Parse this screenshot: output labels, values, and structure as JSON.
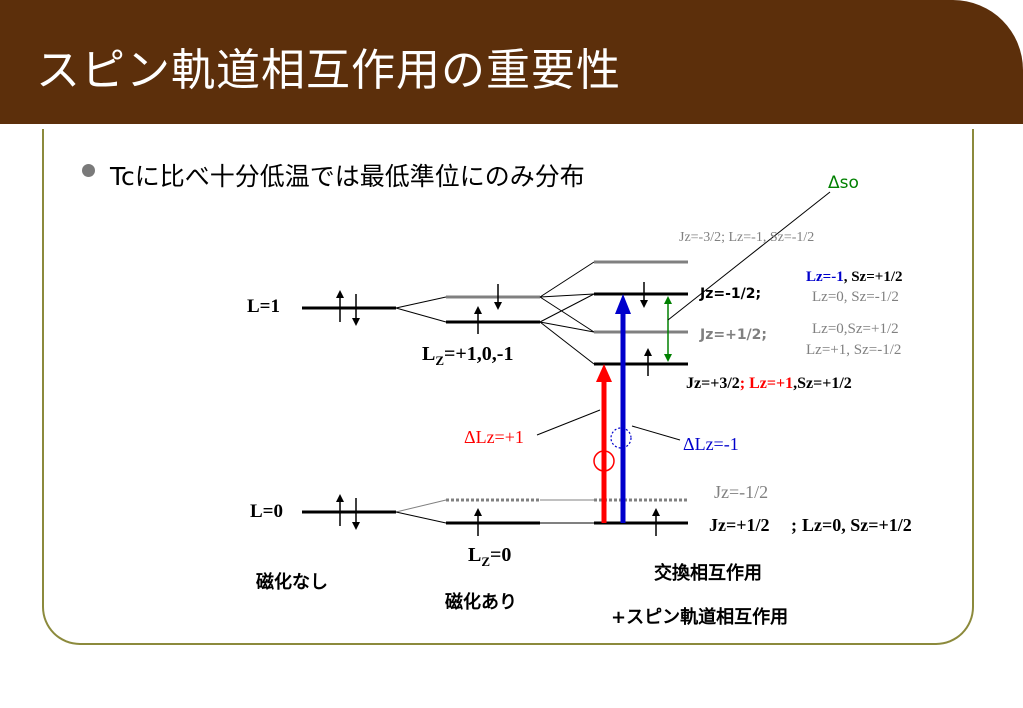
{
  "title": "スピン軌道相互作用の重要性",
  "bullet": "Tcに比べ十分低温では最低準位にのみ分布",
  "labels": {
    "delta_so": "Δso",
    "jz_m3_2": "Jz=-3/2; Lz=-1, Sz=-1/2",
    "lz_m1": "Lz=-1",
    "sz_p1_2_top": ", Sz=+1/2",
    "lz0_sz_m1_2": "Lz=0, Sz=-1/2",
    "jz_m1_2_upper": "Jz=-1/2;",
    "lz0_sz_p1_2": "Lz=0,Sz=+1/2",
    "jz_p1_2_upper": "Jz=+1/2;",
    "lz_p1_sz_m1_2": "Lz=+1, Sz=-1/2",
    "jz_p3_2": "Jz=+3/2",
    "sep": ";",
    "lz_p1": "Lz=+1",
    "sz_p1_2": ",Sz=+1/2",
    "L1": "L=1",
    "Lz_upper": "LZ=+1,0,-1",
    "delta_lz_p1": "ΔLz=+1",
    "delta_lz_m1": "ΔLz=-1",
    "jz_m1_2_lower": "Jz=-1/2",
    "jz_p1_2_lower": "Jz=+1/2",
    "lower_state": "Lz=0, Sz=+1/2",
    "L0": "L=0",
    "Lz0": "LZ=0",
    "no_mag": "磁化なし",
    "mag": "磁化あり",
    "exchange": "交換相互作用",
    "spin_orbit": "+スピン軌道相互作用"
  },
  "colors": {
    "title_bg": "#5c2f0b",
    "frame": "#8c8a3c",
    "red_arrow": "#ff0000",
    "blue_arrow": "#0000cc",
    "green": "#008000",
    "gray": "#808080"
  }
}
